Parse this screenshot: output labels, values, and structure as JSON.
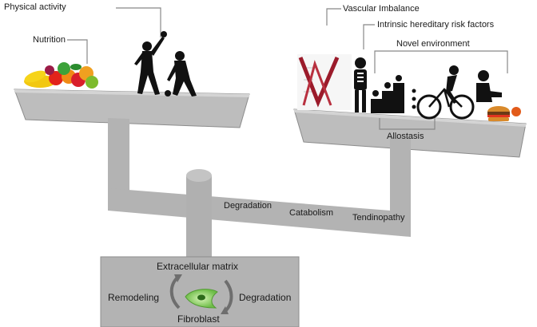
{
  "labels": {
    "physical_activity": "Physical activity",
    "nutrition": "Nutrition",
    "vascular_imbalance": "Vascular Imbalance",
    "intrinsic_risk": "Intrinsic hereditary risk factors",
    "novel_environment": "Novel environment",
    "allostasis": "Allostasis",
    "degradation_beam": "Degradation",
    "catabolism": "Catabolism",
    "tendinopathy": "Tendinopathy",
    "extracellular_matrix": "Extracellular matrix",
    "remodeling": "Remodeling",
    "degradation_base": "Degradation",
    "fibroblast": "Fibroblast"
  },
  "colors": {
    "scale_gray": "#b3b3b3",
    "scale_edge": "#8c8c8c",
    "leader_line": "#888888",
    "silhouette": "#111111",
    "fibroblast": "#8fd16b"
  },
  "icons": [
    "fruit-pile-icon",
    "basketball-players-icon",
    "vascular-graph-icon",
    "skeleton-icon",
    "stairs-icon",
    "cyclist-icon",
    "tv-viewer-icon",
    "burger-icon",
    "fibroblast-cell-icon",
    "cycle-arrow-icon"
  ]
}
